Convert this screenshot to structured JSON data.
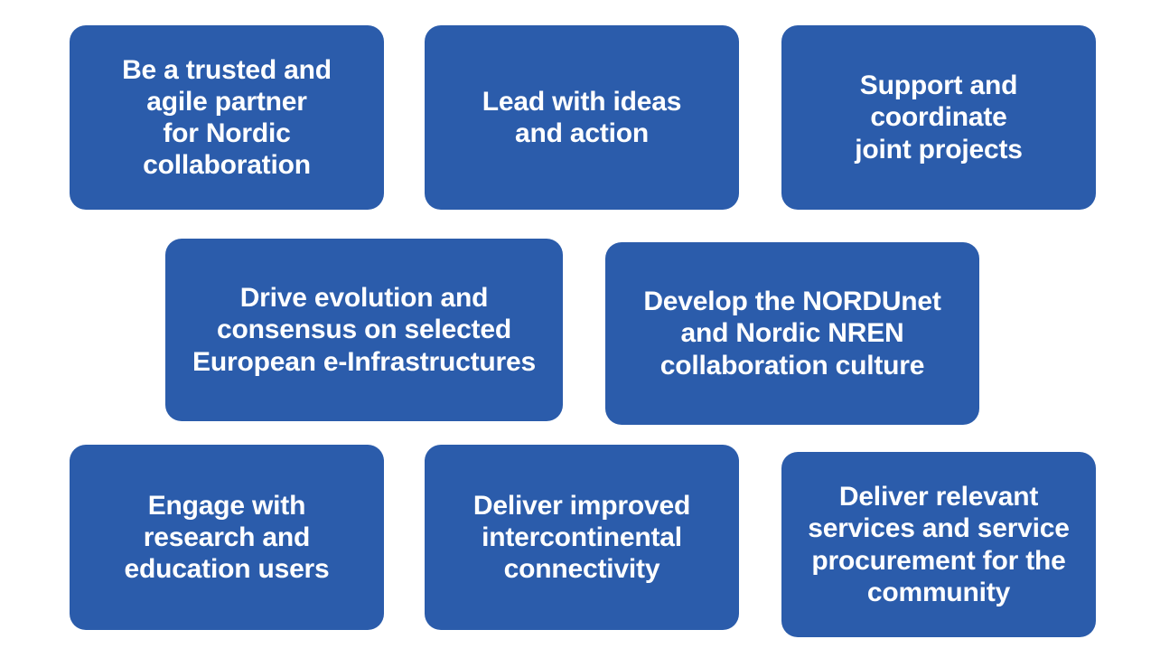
{
  "theme": {
    "background_color": "#ffffff",
    "card_color": "#2B5CAB",
    "card_text_color": "#ffffff"
  },
  "cards": [
    {
      "id": "trusted-agile-partner",
      "text": "Be a trusted and\nagile partner\nfor Nordic\ncollaboration",
      "row": 1,
      "column": 1
    },
    {
      "id": "lead-with-ideas",
      "text": "Lead with ideas\nand action",
      "row": 1,
      "column": 2
    },
    {
      "id": "support-coordinate-joint-projects",
      "text": "Support and\ncoordinate\njoint projects",
      "row": 1,
      "column": 3
    },
    {
      "id": "drive-evolution-e-infrastructures",
      "text": "Drive evolution and\nconsensus on selected\nEuropean e-Infrastructures",
      "row": 2,
      "column": 1
    },
    {
      "id": "develop-nordunet-nren-culture",
      "text": "Develop the NORDUnet\nand Nordic NREN\ncollaboration culture",
      "row": 2,
      "column": 2
    },
    {
      "id": "engage-research-education-users",
      "text": "Engage with\nresearch and\neducation users",
      "row": 3,
      "column": 1
    },
    {
      "id": "deliver-intercontinental-connectivity",
      "text": "Deliver improved\nintercontinental\nconnectivity",
      "row": 3,
      "column": 2
    },
    {
      "id": "deliver-services-procurement",
      "text": "Deliver relevant\nservices and service\nprocurement for the\ncommunity",
      "row": 3,
      "column": 3
    }
  ]
}
